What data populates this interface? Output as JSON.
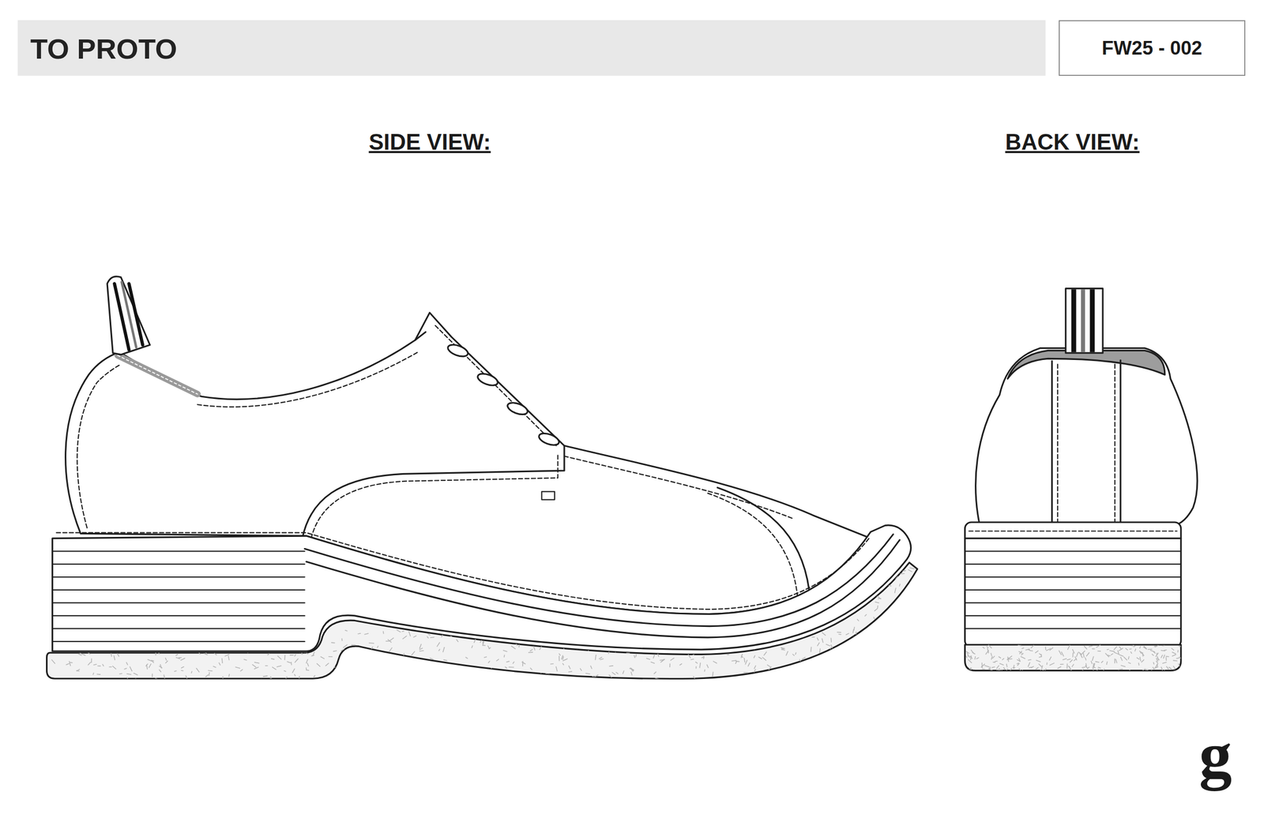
{
  "diagram": {
    "title": "TO PROTO",
    "nodes": [
      {
        "text": [
          "FW25 - 002"
        ]
      }
    ],
    "labels": [
      "SIDE VIEW:",
      "BACK VIEW:",
      "g"
    ]
  }
}
